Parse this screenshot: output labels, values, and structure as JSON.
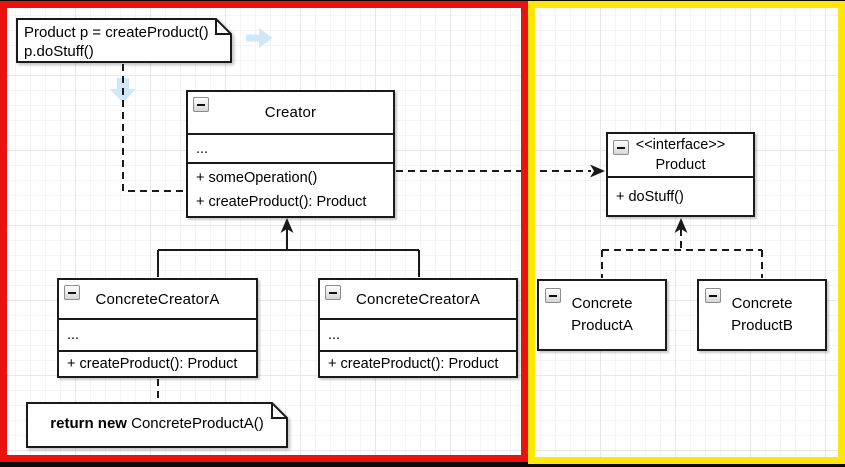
{
  "frames": {
    "red_color": "#e8120e",
    "yellow_color": "#ffe60a"
  },
  "colors": {
    "shape_border": "#1a1a1a",
    "shape_fill": "#ffffff",
    "hint_arrow": "#cfe7f8"
  },
  "notes": {
    "client": {
      "line1": "Product p = createProduct()",
      "line2": "p.doStuff()"
    },
    "return_note": {
      "bold_text": "return new",
      "normal_text": " ConcreteProductA()"
    }
  },
  "classes": {
    "creator": {
      "title": "Creator",
      "fields_ellipsis": "...",
      "methods": [
        "+ someOperation()",
        "+ createProduct(): Product"
      ]
    },
    "concrete_creator_left": {
      "title": "ConcreteCreatorA",
      "fields_ellipsis": "...",
      "methods": [
        "+ createProduct(): Product"
      ]
    },
    "concrete_creator_right": {
      "title": "ConcreteCreatorA",
      "fields_ellipsis": "...",
      "methods": [
        "+ createProduct(): Product"
      ]
    },
    "product_interface": {
      "stereotype": "<<interface>>",
      "title": "Product",
      "methods": [
        "+ doStuff()"
      ]
    },
    "concrete_product_a": {
      "name_line1": "Concrete",
      "name_line2": "ProductA"
    },
    "concrete_product_b": {
      "name_line1": "Concrete",
      "name_line2": "ProductB"
    }
  },
  "icons": {
    "collapse": "minus-icon",
    "hint_down": "down-arrow-hint",
    "hint_right": "right-arrow-hint"
  }
}
